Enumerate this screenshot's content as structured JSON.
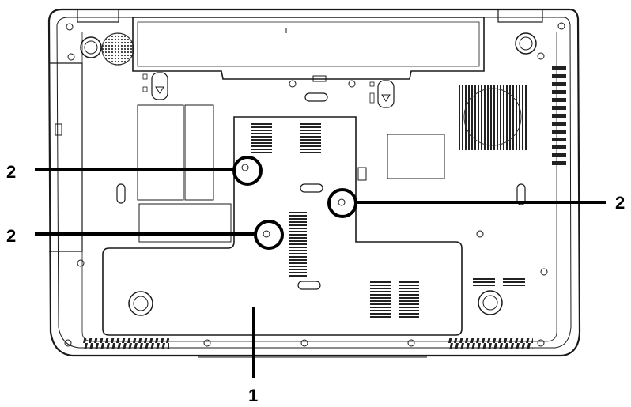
{
  "callouts": {
    "screw_upper_left": "2",
    "screw_lower_left": "2",
    "screw_right": "2",
    "cover": "1"
  },
  "colors": {
    "line": "#000000",
    "outline": "#1a1a1a",
    "background": "#ffffff",
    "fan_vent": "#333333"
  }
}
